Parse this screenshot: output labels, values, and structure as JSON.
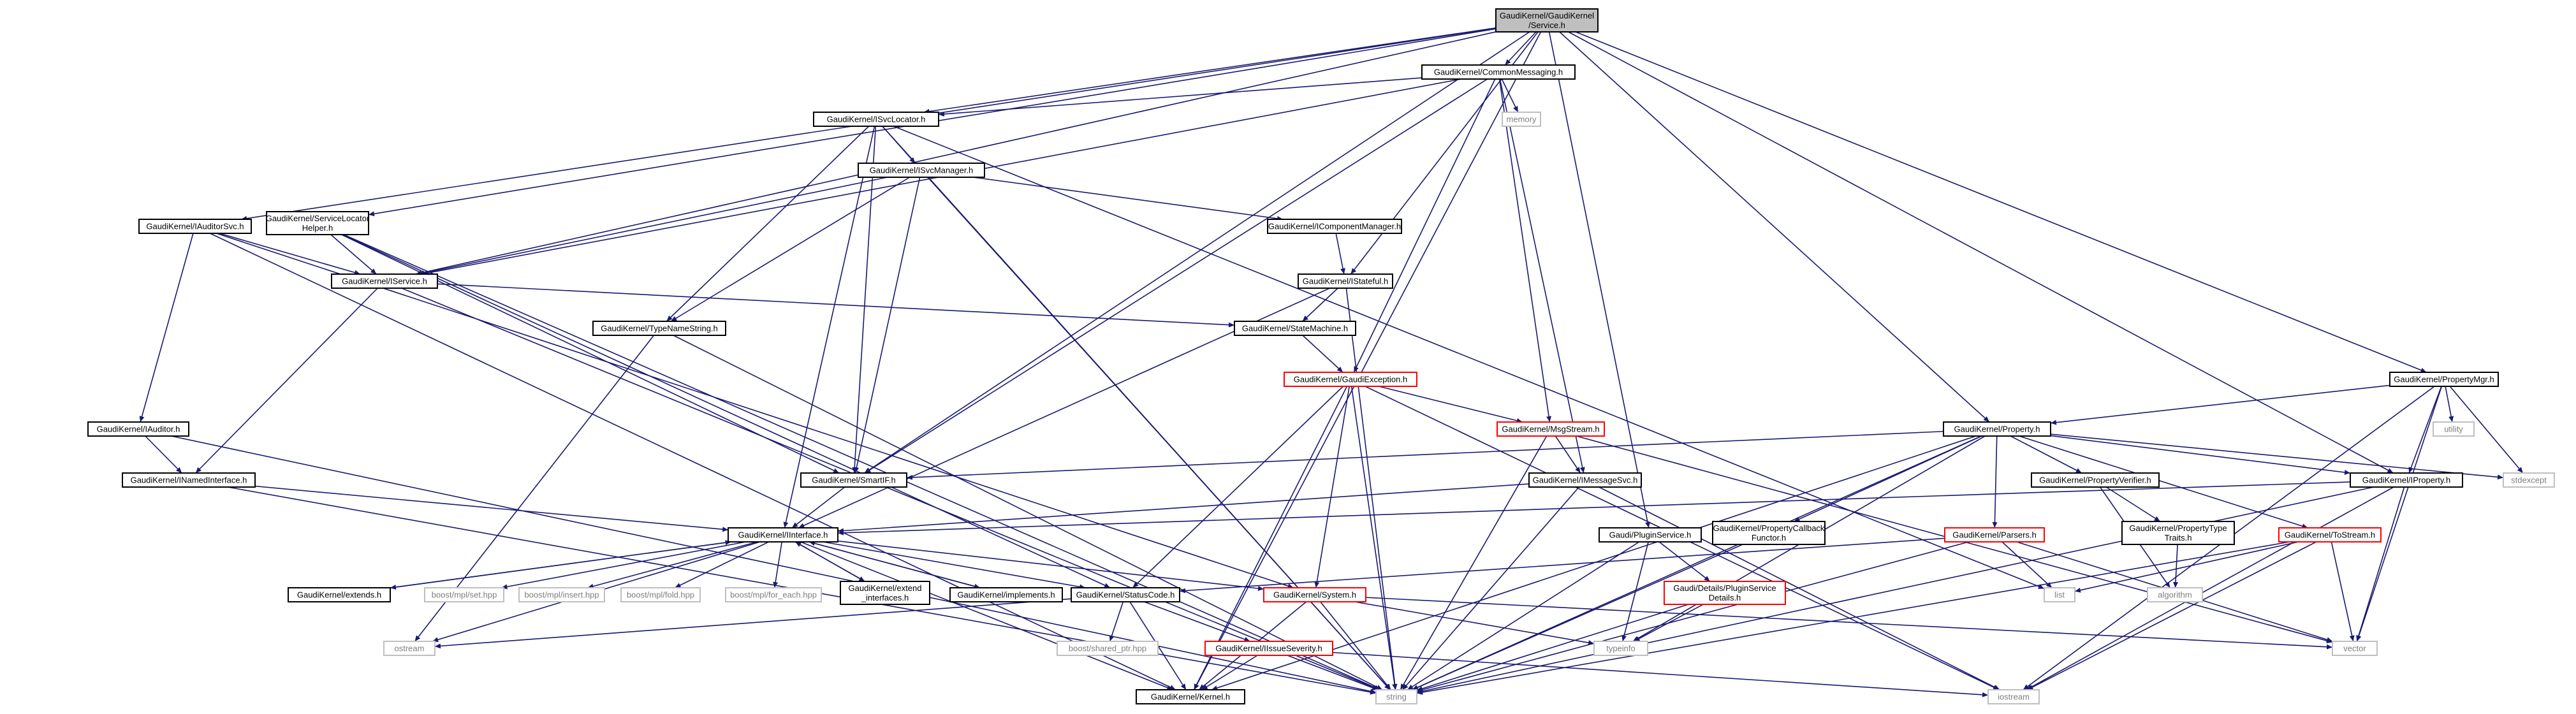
{
  "colors": {
    "edge": "#191970",
    "node_border": "#000000",
    "root_fill": "#bfbfbf",
    "red_border": "#ff0000",
    "external_border": "#bfbfbf",
    "external_text": "#7f7f7f"
  },
  "nodes": [
    {
      "id": "service",
      "lines": [
        "GaudiKernel/GaudiKernel",
        "/Service.h"
      ],
      "kind": "root"
    },
    {
      "id": "commonmessaging",
      "lines": [
        "GaudiKernel/CommonMessaging.h"
      ],
      "kind": "normal"
    },
    {
      "id": "isvclocator",
      "lines": [
        "GaudiKernel/ISvcLocator.h"
      ],
      "kind": "normal"
    },
    {
      "id": "memory",
      "lines": [
        "memory"
      ],
      "kind": "external"
    },
    {
      "id": "isvcmanager",
      "lines": [
        "GaudiKernel/ISvcManager.h"
      ],
      "kind": "normal"
    },
    {
      "id": "iauditorsvc",
      "lines": [
        "GaudiKernel/IAuditorSvc.h"
      ],
      "kind": "normal"
    },
    {
      "id": "servicelocatorhelper",
      "lines": [
        "GaudiKernel/ServiceLocator",
        "Helper.h"
      ],
      "kind": "normal"
    },
    {
      "id": "icomponentmanager",
      "lines": [
        "GaudiKernel/IComponentManager.h"
      ],
      "kind": "normal"
    },
    {
      "id": "iservice",
      "lines": [
        "GaudiKernel/IService.h"
      ],
      "kind": "normal"
    },
    {
      "id": "istateful",
      "lines": [
        "GaudiKernel/IStateful.h"
      ],
      "kind": "normal"
    },
    {
      "id": "typenamestring",
      "lines": [
        "GaudiKernel/TypeNameString.h"
      ],
      "kind": "normal"
    },
    {
      "id": "statemachine",
      "lines": [
        "GaudiKernel/StateMachine.h"
      ],
      "kind": "normal"
    },
    {
      "id": "gaudiexception",
      "lines": [
        "GaudiKernel/GaudiException.h"
      ],
      "kind": "red"
    },
    {
      "id": "propertymgr",
      "lines": [
        "GaudiKernel/PropertyMgr.h"
      ],
      "kind": "normal"
    },
    {
      "id": "iauditor",
      "lines": [
        "GaudiKernel/IAuditor.h"
      ],
      "kind": "normal"
    },
    {
      "id": "msgstream",
      "lines": [
        "GaudiKernel/MsgStream.h"
      ],
      "kind": "red"
    },
    {
      "id": "property",
      "lines": [
        "GaudiKernel/Property.h"
      ],
      "kind": "normal"
    },
    {
      "id": "utility",
      "lines": [
        "utility"
      ],
      "kind": "external"
    },
    {
      "id": "inamedinterface",
      "lines": [
        "GaudiKernel/INamedInterface.h"
      ],
      "kind": "normal"
    },
    {
      "id": "smartif",
      "lines": [
        "GaudiKernel/SmartIF.h"
      ],
      "kind": "normal"
    },
    {
      "id": "imessagesvc",
      "lines": [
        "GaudiKernel/IMessageSvc.h"
      ],
      "kind": "normal"
    },
    {
      "id": "propertyverifier",
      "lines": [
        "GaudiKernel/PropertyVerifier.h"
      ],
      "kind": "normal"
    },
    {
      "id": "iproperty",
      "lines": [
        "GaudiKernel/IProperty.h"
      ],
      "kind": "normal"
    },
    {
      "id": "stdexcept",
      "lines": [
        "stdexcept"
      ],
      "kind": "external"
    },
    {
      "id": "iinterface",
      "lines": [
        "GaudiKernel/IInterface.h"
      ],
      "kind": "normal"
    },
    {
      "id": "pluginservice",
      "lines": [
        "Gaudi/PluginService.h"
      ],
      "kind": "normal"
    },
    {
      "id": "propertycallbackfunctor",
      "lines": [
        "GaudiKernel/PropertyCallback",
        "Functor.h"
      ],
      "kind": "normal"
    },
    {
      "id": "parsers",
      "lines": [
        "GaudiKernel/Parsers.h"
      ],
      "kind": "red"
    },
    {
      "id": "propertytypetraits",
      "lines": [
        "GaudiKernel/PropertyType",
        "Traits.h"
      ],
      "kind": "normal"
    },
    {
      "id": "tostream",
      "lines": [
        "GaudiKernel/ToStream.h"
      ],
      "kind": "red"
    },
    {
      "id": "extends",
      "lines": [
        "GaudiKernel/extends.h"
      ],
      "kind": "normal"
    },
    {
      "id": "mplset",
      "lines": [
        "boost/mpl/set.hpp"
      ],
      "kind": "external"
    },
    {
      "id": "mplinsert",
      "lines": [
        "boost/mpl/insert.hpp"
      ],
      "kind": "external"
    },
    {
      "id": "mplfold",
      "lines": [
        "boost/mpl/fold.hpp"
      ],
      "kind": "external"
    },
    {
      "id": "mplforeach",
      "lines": [
        "boost/mpl/for_each.hpp"
      ],
      "kind": "external"
    },
    {
      "id": "extendinterfaces",
      "lines": [
        "GaudiKernel/extend",
        "_interfaces.h"
      ],
      "kind": "normal"
    },
    {
      "id": "implements",
      "lines": [
        "GaudiKernel/implements.h"
      ],
      "kind": "normal"
    },
    {
      "id": "statuscode",
      "lines": [
        "GaudiKernel/StatusCode.h"
      ],
      "kind": "normal"
    },
    {
      "id": "system",
      "lines": [
        "GaudiKernel/System.h"
      ],
      "kind": "red"
    },
    {
      "id": "pluginservicedetails",
      "lines": [
        "Gaudi/Details/PluginService",
        "Details.h"
      ],
      "kind": "red"
    },
    {
      "id": "list",
      "lines": [
        "list"
      ],
      "kind": "external"
    },
    {
      "id": "algorithm",
      "lines": [
        "algorithm"
      ],
      "kind": "external"
    },
    {
      "id": "ostream",
      "lines": [
        "ostream"
      ],
      "kind": "external"
    },
    {
      "id": "sharedptr",
      "lines": [
        "boost/shared_ptr.hpp"
      ],
      "kind": "external"
    },
    {
      "id": "typeinfo",
      "lines": [
        "typeinfo"
      ],
      "kind": "external"
    },
    {
      "id": "vector",
      "lines": [
        "vector"
      ],
      "kind": "external"
    },
    {
      "id": "iissueseverity",
      "lines": [
        "GaudiKernel/IIssueSeverity.h"
      ],
      "kind": "red"
    },
    {
      "id": "kernel",
      "lines": [
        "GaudiKernel/Kernel.h"
      ],
      "kind": "normal"
    },
    {
      "id": "string",
      "lines": [
        "string"
      ],
      "kind": "external"
    },
    {
      "id": "iostream",
      "lines": [
        "iostream"
      ],
      "kind": "external"
    }
  ]
}
